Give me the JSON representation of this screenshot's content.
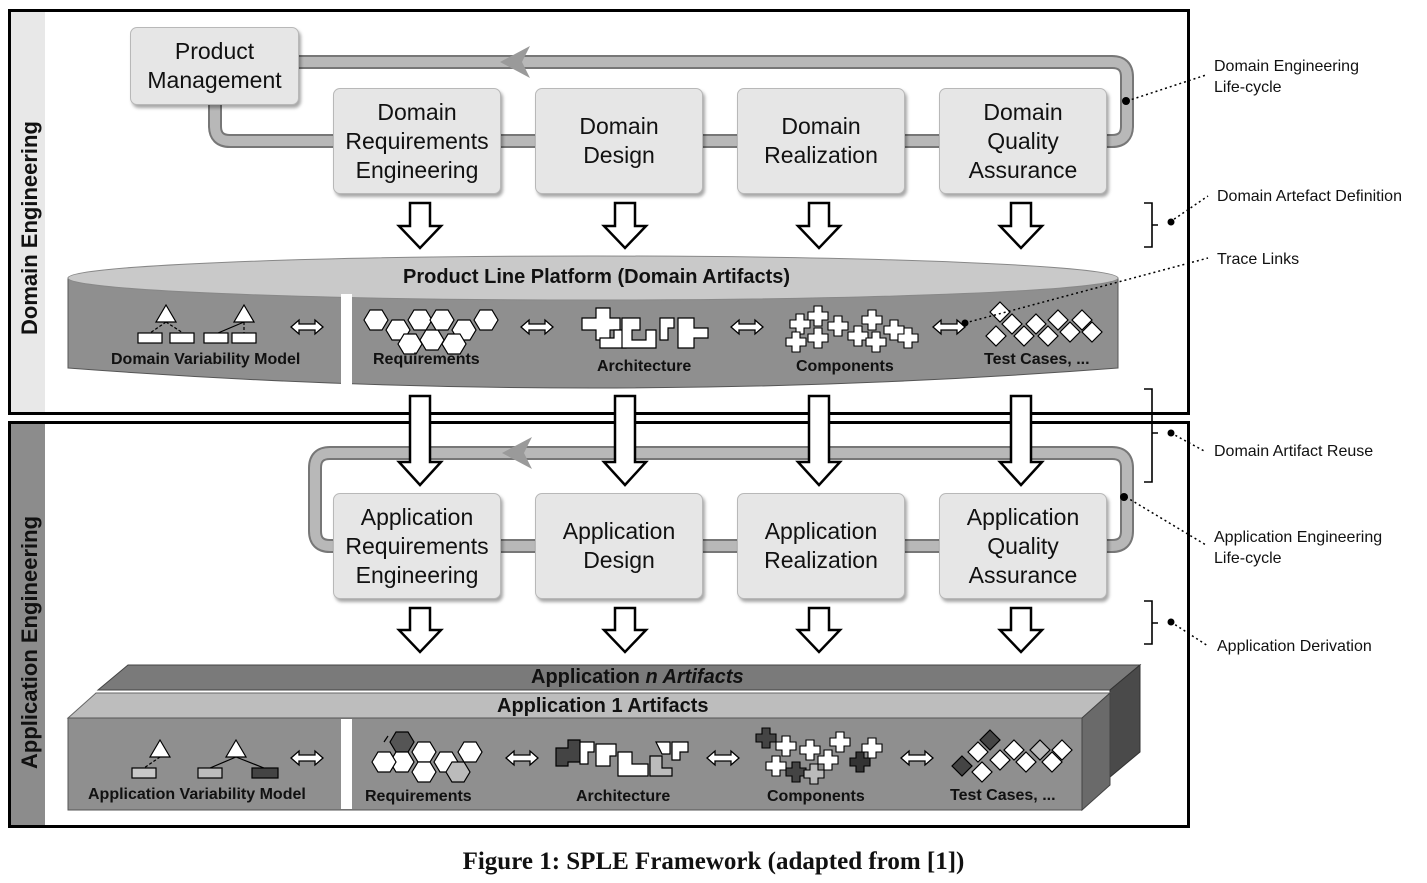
{
  "domain_panel": {
    "side_label": "Domain Engineering",
    "product_management": "Product\nManagement",
    "steps": [
      "Domain\nRequirements\nEngineering",
      "Domain\nDesign",
      "Domain\nRealization",
      "Domain\nQuality\nAssurance"
    ]
  },
  "platform": {
    "title": "Product Line Platform (Domain Artifacts)",
    "artifacts": [
      "Domain Variability Model",
      "Requirements",
      "Architecture",
      "Components",
      "Test Cases, ..."
    ]
  },
  "application_panel": {
    "side_label": "Application Engineering",
    "steps": [
      "Application\nRequirements\nEngineering",
      "Application\nDesign",
      "Application\nRealization",
      "Application\nQuality\nAssurance"
    ],
    "n_artifacts_title_prefix": "Application ",
    "n_artifacts_title_italic": "n Artifacts",
    "one_artifacts_title": "Application 1 Artifacts",
    "artifacts": [
      "Application Variability Model",
      "Requirements",
      "Architecture",
      "Components",
      "Test Cases, ..."
    ]
  },
  "annotations": {
    "domain_lifecycle": "Domain Engineering\nLife-cycle",
    "artefact_definition": "Domain Artefact Definition",
    "trace_links": "Trace Links",
    "artifact_reuse": "Domain Artifact Reuse",
    "app_lifecycle": "Application Engineering\nLife-cycle",
    "app_derivation": "Application Derivation"
  },
  "caption": "Figure 1: SPLE Framework (adapted from [1])",
  "colors": {
    "box_fill": "#e6e6e6",
    "loop_pipe": "#a8a8a8",
    "platform_body": "#8f8f8f",
    "platform_top": "#c9c9c9",
    "side_band_domain": "#e8e8e8",
    "side_band_app": "#8c8c8c"
  }
}
